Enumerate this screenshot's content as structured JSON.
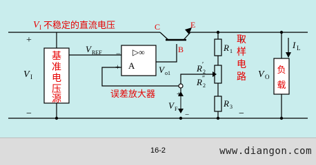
{
  "labels": {
    "vi_caption_main": "V",
    "vi_caption_sub": "I",
    "vi_caption_rest": "不稳定的直流电压",
    "c": "C",
    "e": "E",
    "b": "B",
    "vref_main": "V",
    "vref_sub": "REF",
    "opamp_a": "A",
    "opamp_sym": "▷∞",
    "vo1_main": "V",
    "vo1_sub": "o1",
    "minus": "−",
    "plus": "+",
    "ref_block": [
      "基",
      "准",
      "电",
      "压",
      "源"
    ],
    "error_amp": "误差放大器",
    "vi_main": "V",
    "vi_sub": "I",
    "vf_main": "V",
    "vf_sub": "F",
    "r1_main": "R",
    "r1_sub": "1",
    "r2p_main": "R",
    "r2p_sub": "2",
    "r2p_mark": "′",
    "r2pp_main": "R",
    "r2pp_sub": "2",
    "r2pp_mark": "″",
    "r3_main": "R",
    "r3_sub": "3",
    "sampling": [
      "取",
      "样",
      "电",
      "路"
    ],
    "vo_main": "V",
    "vo_sub": "O",
    "il_main": "I",
    "il_sub": "L",
    "load": [
      "负",
      "载"
    ]
  },
  "caption": {
    "figure_number": "16-2",
    "watermark": "www.diangon.com"
  }
}
